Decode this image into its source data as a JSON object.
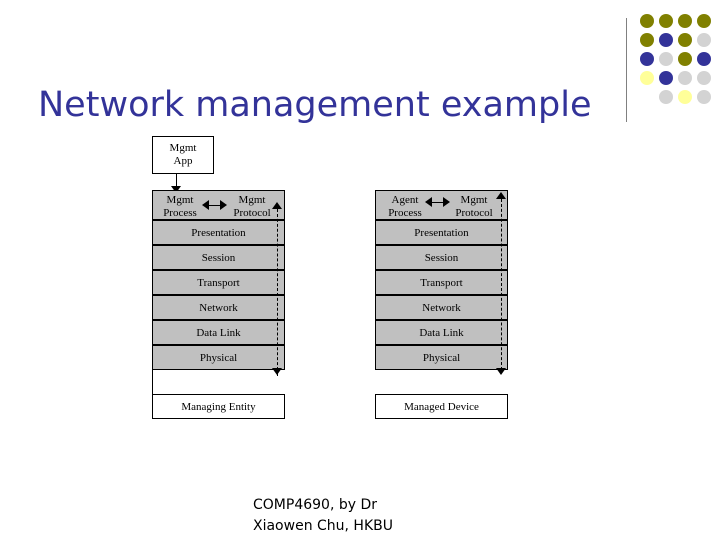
{
  "slide": {
    "title": "Network management example",
    "footer_line1": "COMP4690, by Dr",
    "footer_line2": "Xiaowen Chu,  HKBU"
  },
  "decor": {
    "dot_colors": {
      "dark_yellow": "#808000",
      "navy": "#333399",
      "light_gray": "#d3d3d3",
      "pale_yellow": "#ffff99"
    },
    "dot_grid": [
      [
        "dark_yellow",
        "dark_yellow",
        "dark_yellow",
        "dark_yellow"
      ],
      [
        "dark_yellow",
        "navy",
        "dark_yellow",
        "light_gray"
      ],
      [
        "navy",
        "light_gray",
        "dark_yellow",
        "navy"
      ],
      [
        "pale_yellow",
        "navy",
        "light_gray",
        "light_gray"
      ],
      [
        "light_gray",
        "pale_yellow",
        "light_gray",
        ""
      ]
    ]
  },
  "diagram": {
    "mgmt_app": {
      "line1": "Mgmt",
      "line2": "App"
    },
    "left_stack": {
      "process_label_line1": "Mgmt",
      "process_label_line2": "Process",
      "protocol_label_line1": "Mgmt",
      "protocol_label_line2": "Protocol",
      "layers": [
        "Presentation",
        "Session",
        "Transport",
        "Network",
        "Data Link",
        "Physical"
      ],
      "entity_label": "Managing Entity"
    },
    "right_stack": {
      "process_label_line1": "Agent",
      "process_label_line2": "Process",
      "protocol_label_line1": "Mgmt",
      "protocol_label_line2": "Protocol",
      "layers": [
        "Presentation",
        "Session",
        "Transport",
        "Network",
        "Data Link",
        "Physical"
      ],
      "entity_label": "Managed Device"
    }
  }
}
